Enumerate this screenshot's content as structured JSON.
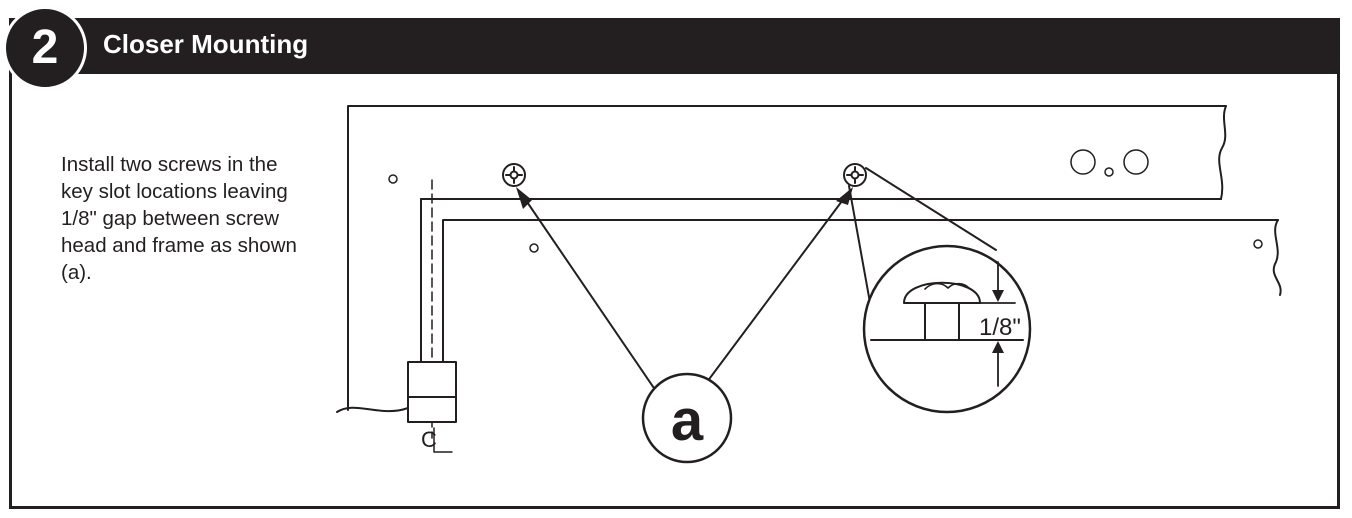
{
  "step": {
    "number": "2",
    "title": "Closer Mounting"
  },
  "instructions": "Install two screws in the key slot locations leaving 1/8\" gap between screw head and frame as shown (a).",
  "diagram": {
    "callout_label": "a",
    "gap_dimension": "1/8\"",
    "centerline_symbol": "C"
  },
  "colors": {
    "ink": "#231f20",
    "paper": "#ffffff"
  }
}
